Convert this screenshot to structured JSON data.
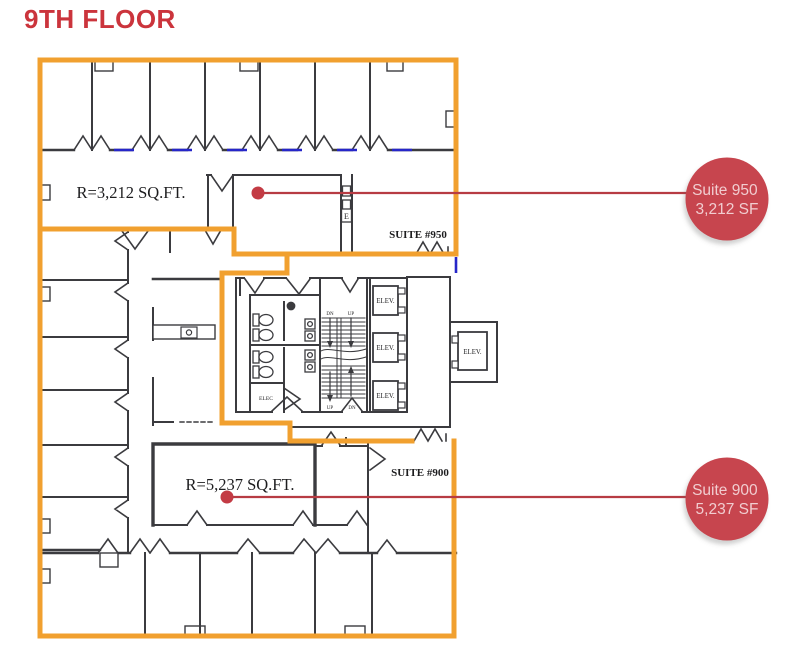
{
  "title": "9TH FLOOR",
  "colors": {
    "title_red": "#CB343C",
    "callout_circle_red": "#C7454E",
    "leader_line_red": "#B73B43",
    "callout_text_pink": "#F1CDD0",
    "suite_outline_orange": "#F1A02F",
    "wall_gray": "#3B3B3F",
    "glazing_blue": "#2626C9"
  },
  "plan": {
    "suite_950": {
      "area_label": "R=3,212 SQ.FT.",
      "suite_label": "SUITE #950"
    },
    "suite_900": {
      "area_label": "R=5,237 SQ.FT.",
      "suite_label": "SUITE #900"
    },
    "core": {
      "elevator_label": "ELEV.",
      "electrical_label": "ELEC",
      "stair_down_label": "DN",
      "stair_up_label": "UP",
      "chase_label": "E"
    }
  },
  "callouts": [
    {
      "id": "suite-950",
      "title": "Suite 950",
      "area": "3,212 SF"
    },
    {
      "id": "suite-900",
      "title": "Suite 900",
      "area": "5,237 SF"
    }
  ]
}
